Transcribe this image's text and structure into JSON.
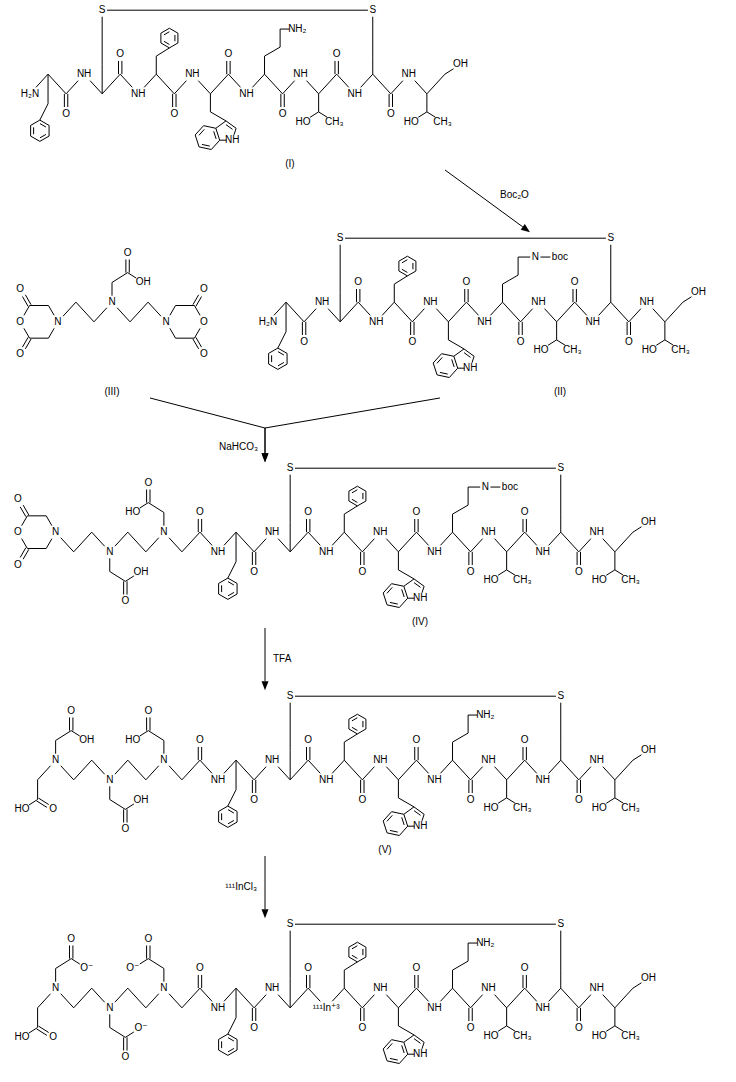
{
  "diagram": {
    "nodes": [
      {
        "text": [
          "(I)",
          "H₂N",
          "O",
          "NH",
          "S",
          "O",
          "NH",
          "O",
          "NH",
          "O",
          "NH",
          "NH",
          "O",
          "NH₂",
          "NH",
          "O",
          "HO",
          "CH₃",
          "NH",
          "O",
          "S",
          "NH",
          "OH",
          "HO",
          "CH₃"
        ]
      },
      {
        "text": [
          "(II)",
          "H₂N",
          "O",
          "NH",
          "S",
          "O",
          "NH",
          "O",
          "NH",
          "O",
          "NH",
          "NH",
          "O",
          "N",
          "boc",
          "NH",
          "O",
          "HO",
          "CH₃",
          "NH",
          "O",
          "S",
          "NH",
          "OH",
          "HO",
          "CH₃"
        ]
      },
      {
        "text": [
          "(III)",
          "O",
          "OH",
          "O",
          "O",
          "O",
          "N",
          "N",
          "N",
          "O",
          "O",
          "O"
        ]
      },
      {
        "text": [
          "(IV)",
          "O",
          "O",
          "O",
          "N",
          "N",
          "O",
          "OH",
          "N",
          "O",
          "HO",
          "O",
          "NH",
          "O",
          "NH",
          "S",
          "O",
          "NH",
          "O",
          "NH",
          "O",
          "NH",
          "NH",
          "O",
          "N",
          "boc",
          "NH",
          "O",
          "HO",
          "CH₃",
          "NH",
          "O",
          "S",
          "NH",
          "OH",
          "HO",
          "CH₃"
        ]
      },
      {
        "text": [
          "(V)",
          "O",
          "OH",
          "HO",
          "O",
          "N",
          "N",
          "O",
          "OH",
          "N",
          "O",
          "HO",
          "O",
          "NH",
          "O",
          "NH",
          "S",
          "O",
          "NH",
          "O",
          "NH",
          "O",
          "NH",
          "NH",
          "O",
          "NH₂",
          "NH",
          "O",
          "HO",
          "CH₃",
          "NH",
          "O",
          "S",
          "NH",
          "OH",
          "HO",
          "CH₃"
        ]
      },
      {
        "text": [
          "O",
          "O⁻",
          "HO",
          "O",
          "N",
          "N",
          "O",
          "O⁻",
          "N",
          "O",
          "O⁻",
          "O",
          "NH",
          "O",
          "NH",
          "S",
          "O",
          "¹¹¹In⁺³",
          "O",
          "NH",
          "O",
          "NH",
          "NH",
          "O",
          "NH₂",
          "NH",
          "O",
          "HO",
          "CH₃",
          "NH",
          "O",
          "S",
          "NH",
          "OH",
          "HO",
          "CH₃"
        ]
      }
    ],
    "edges": [
      {
        "from": 0,
        "to": 1,
        "arrow": "to",
        "label": "Boc₂O"
      },
      {
        "from": 1,
        "to": 3,
        "arrow": "to",
        "label": "NaHCO₃"
      },
      {
        "from": 2,
        "to": 3,
        "arrow": "to"
      },
      {
        "from": 3,
        "to": 4,
        "arrow": "to",
        "label": "TFA"
      },
      {
        "from": 4,
        "to": 5,
        "arrow": "to",
        "label": "¹¹¹InCl₃"
      }
    ]
  }
}
